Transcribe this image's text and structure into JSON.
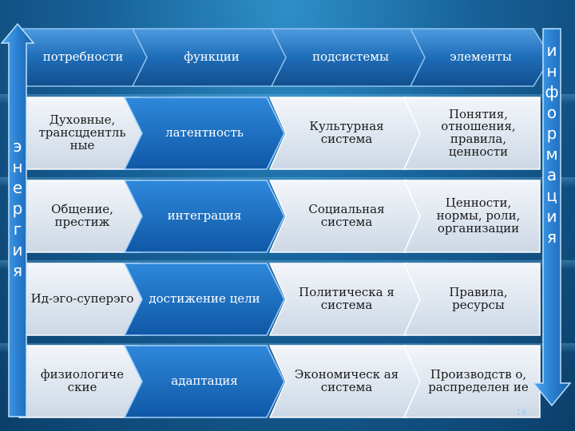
{
  "headers": [
    "потребности",
    "функции",
    "подсистемы",
    "элементы"
  ],
  "rows": [
    [
      "Духовные, трансцдентль ные",
      "латентность",
      "Культурная система",
      "Понятия, отношения, правила, ценности"
    ],
    [
      "Общение, престиж",
      "интеграция",
      "Социальная система",
      "Ценности, нормы, роли, организации"
    ],
    [
      "Ид-эго-суперэго",
      "достижение цели",
      "Политическа я система",
      "Правила, ресурсы"
    ],
    [
      "физиологиче ские",
      "адаптация",
      "Экономическ ая система",
      "Производств о, распределен ие"
    ]
  ],
  "left_arrow_text": "энергия",
  "right_arrow_text": "информация",
  "page_number": "14",
  "colors": {
    "light_shape": "#e3eaf3",
    "dark_shape": "#1869b8",
    "header_shape": "#1f6fb5",
    "arrow": "#2a7fd0"
  }
}
